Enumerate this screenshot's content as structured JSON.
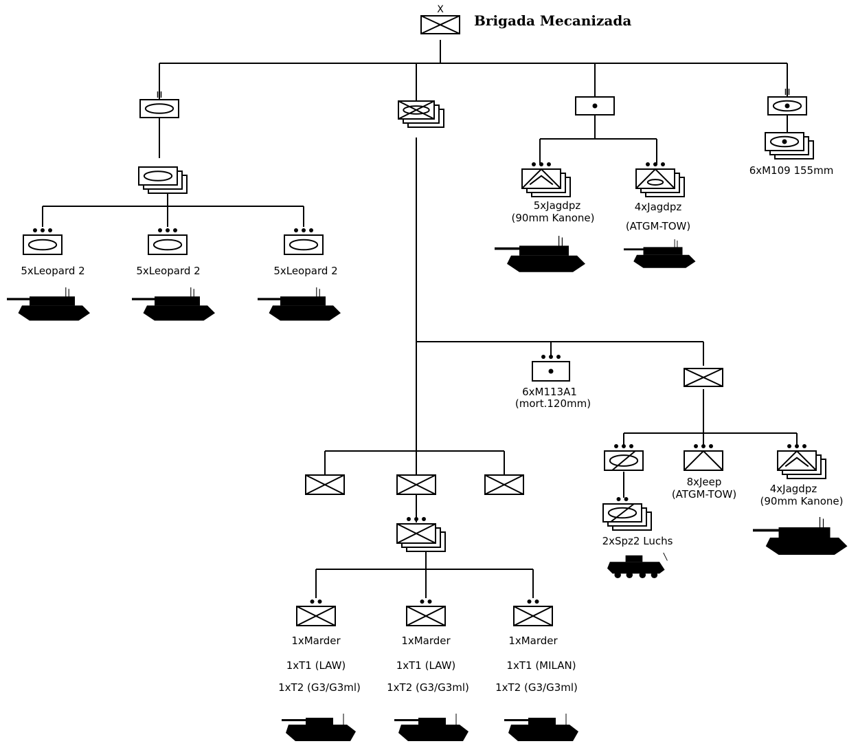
{
  "title": "Brigada Mecanizada",
  "brigade_echelon_mark": "X",
  "tank_companies": [
    {
      "label": "5xLeopard  2"
    },
    {
      "label": "5xLeopard  2"
    },
    {
      "label": "5xLeopard  2"
    }
  ],
  "antitank": [
    {
      "line1": "5xJagdpz",
      "line2": "(90mm  Kanone)"
    },
    {
      "line1": "4xJagdpz",
      "line2": "(ATGM-TOW)"
    }
  ],
  "artillery": {
    "label": "6xM109  155mm"
  },
  "mortar": {
    "line1": "6xM113A1",
    "line2": "(mort.120mm)"
  },
  "recon": [
    {
      "line1": "2xSpz2  Luchs",
      "line2": ""
    },
    {
      "line1": "8xJeep",
      "line2": "(ATGM-TOW)"
    },
    {
      "line1": "4xJagdpz",
      "line2": "(90mm  Kanone)"
    }
  ],
  "infantry_platoons": [
    {
      "vehicle": "1xMarder",
      "team1": "1xT1  (LAW)",
      "team2": "1xT2  (G3/G3ml)"
    },
    {
      "vehicle": "1xMarder",
      "team1": "1xT1  (LAW)",
      "team2": "1xT2  (G3/G3ml)"
    },
    {
      "vehicle": "1xMarder",
      "team1": "1xT1  (MILAN)",
      "team2": "1xT2  (G3/G3ml)"
    }
  ]
}
